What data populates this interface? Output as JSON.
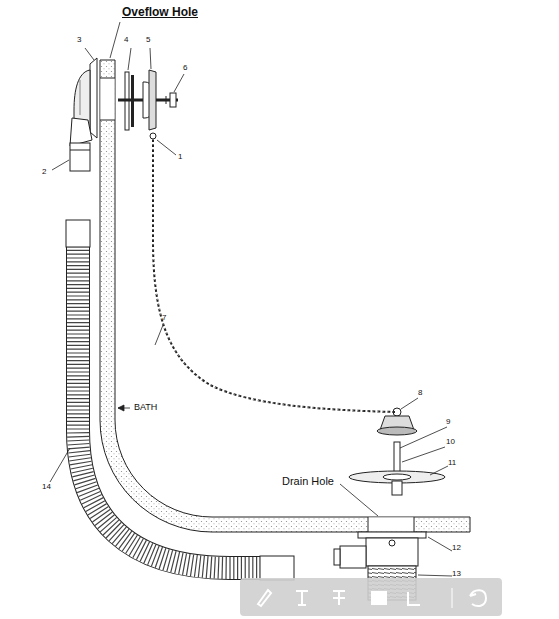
{
  "diagram": {
    "labels": [
      "Oveflow Hole",
      "3",
      "4",
      "5",
      "6",
      "2",
      "1",
      "7",
      "BATH",
      "8",
      "9",
      "10",
      "11",
      "Drain Hole",
      "12",
      "13",
      "14"
    ]
  }
}
